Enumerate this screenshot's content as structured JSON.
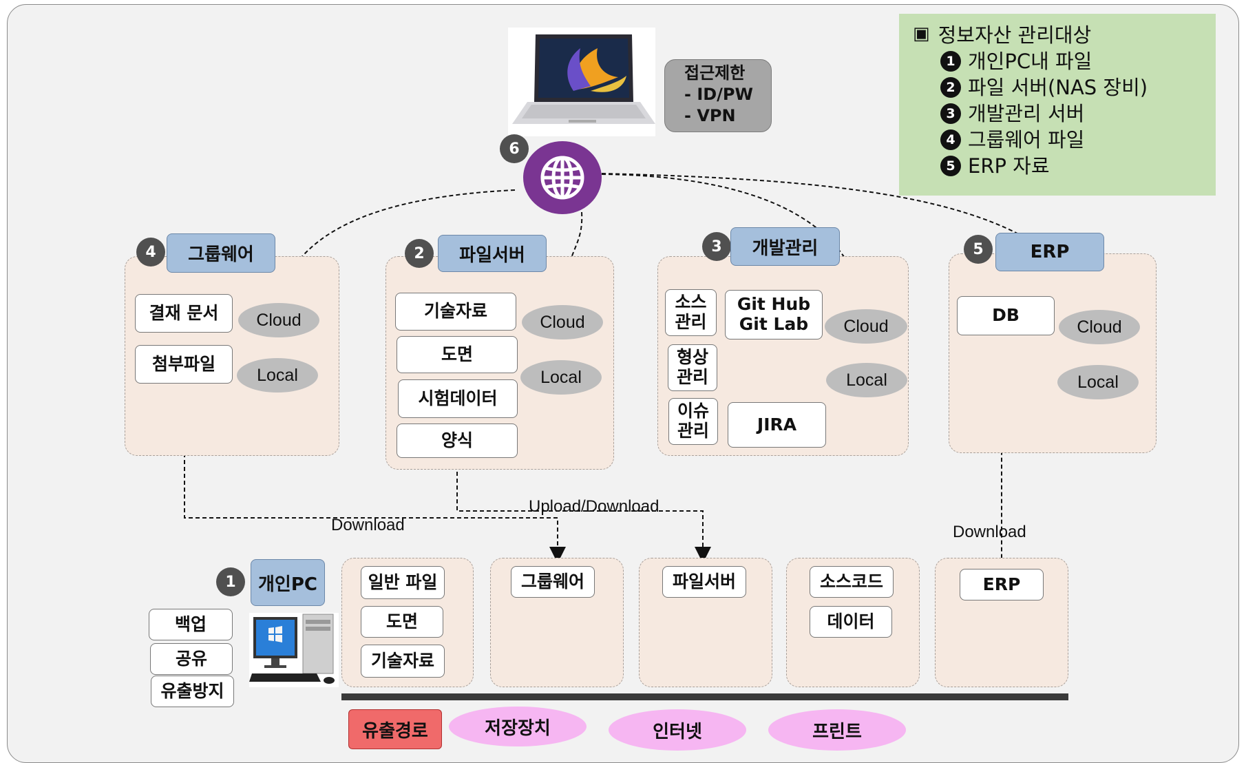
{
  "legend": {
    "title": "정보자산 관리대상",
    "items": [
      {
        "num": "1",
        "label": "개인PC내 파일"
      },
      {
        "num": "2",
        "label": "파일 서버(NAS 장비)"
      },
      {
        "num": "3",
        "label": "개발관리 서버"
      },
      {
        "num": "4",
        "label": "그룹웨어 파일"
      },
      {
        "num": "5",
        "label": "ERP 자료"
      }
    ]
  },
  "remote": {
    "access_line1": "접근제한",
    "access_line2": "- ID/PW",
    "access_line3": "- VPN",
    "num": "6"
  },
  "groupware": {
    "num": "4",
    "title": "그룹웨어",
    "items": [
      "결재 문서",
      "첨부파일"
    ],
    "cloud": "Cloud",
    "local": "Local"
  },
  "fileserver": {
    "num": "2",
    "title": "파일서버",
    "items": [
      "기술자료",
      "도면",
      "시험데이터",
      "양식"
    ],
    "cloud": "Cloud",
    "local": "Local"
  },
  "devmgmt": {
    "num": "3",
    "title": "개발관리",
    "labels": [
      "소스\n관리",
      "형상\n관리",
      "이슈\n관리"
    ],
    "git": "Git Hub\nGit Lab",
    "jira": "JIRA",
    "cloud": "Cloud",
    "local": "Local"
  },
  "erp": {
    "num": "5",
    "title": "ERP",
    "db": "DB",
    "cloud": "Cloud",
    "local": "Local"
  },
  "flows": {
    "download_left": "Download",
    "updown": "Upload/Download",
    "download_right": "Download"
  },
  "pc": {
    "num": "1",
    "title": "개인PC",
    "actions": [
      "백업",
      "공유",
      "유출방지"
    ],
    "files": [
      "일반 파일",
      "도면",
      "기술자료"
    ],
    "groupware": "그룹웨어",
    "fileserver": "파일서버",
    "dev": [
      "소스코드",
      "데이터"
    ],
    "erp": "ERP"
  },
  "leak": {
    "label": "유출경로",
    "paths": [
      "저장장치",
      "인터넷",
      "프린트"
    ]
  },
  "colors": {
    "header_blue": "#a5bfdc",
    "group_bg": "#f6e9e0",
    "legend_green": "#c6e0b4",
    "globe_purple": "#7a3592",
    "leak_red": "#f06a6a",
    "leak_pink": "#f6b6f2"
  }
}
